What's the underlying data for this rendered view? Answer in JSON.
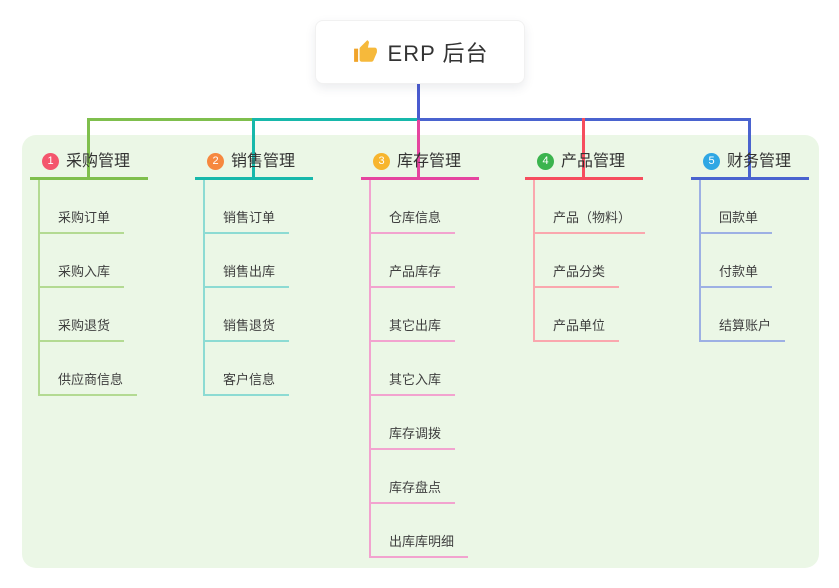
{
  "root": {
    "label": "ERP 后台",
    "icon": "thumbs-up-icon",
    "icon_color": "#f6b93b",
    "card_bg": "#ffffff"
  },
  "board": {
    "bg_color": "#ebf7e6"
  },
  "connectors": {
    "root_line_color": "#4a5bd0"
  },
  "branches": [
    {
      "badge": "1",
      "label": "采购管理",
      "colors": {
        "line": "#7fbf4d",
        "soft": "#b3da92",
        "badge": "#f4566d"
      },
      "children": [
        "采购订单",
        "采购入库",
        "采购退货",
        "供应商信息"
      ]
    },
    {
      "badge": "2",
      "label": "销售管理",
      "colors": {
        "line": "#17b8ab",
        "soft": "#8cdbd3",
        "badge": "#f6883f"
      },
      "children": [
        "销售订单",
        "销售出库",
        "销售退货",
        "客户信息"
      ]
    },
    {
      "badge": "3",
      "label": "库存管理",
      "colors": {
        "line": "#e5459f",
        "soft": "#f2a3cf",
        "badge": "#f7b52e"
      },
      "children": [
        "仓库信息",
        "产品库存",
        "其它出库",
        "其它入库",
        "库存调拨",
        "库存盘点",
        "出库库明细"
      ]
    },
    {
      "badge": "4",
      "label": "产品管理",
      "colors": {
        "line": "#f64d5e",
        "soft": "#faa7ae",
        "badge": "#3bb44e"
      },
      "children": [
        "产品（物料）",
        "产品分类",
        "产品单位"
      ]
    },
    {
      "badge": "5",
      "label": "财务管理",
      "colors": {
        "line": "#4a63cf",
        "soft": "#9db0e4",
        "badge": "#2fa7e4"
      },
      "children": [
        "回款单",
        "付款单",
        "结算账户"
      ]
    }
  ]
}
